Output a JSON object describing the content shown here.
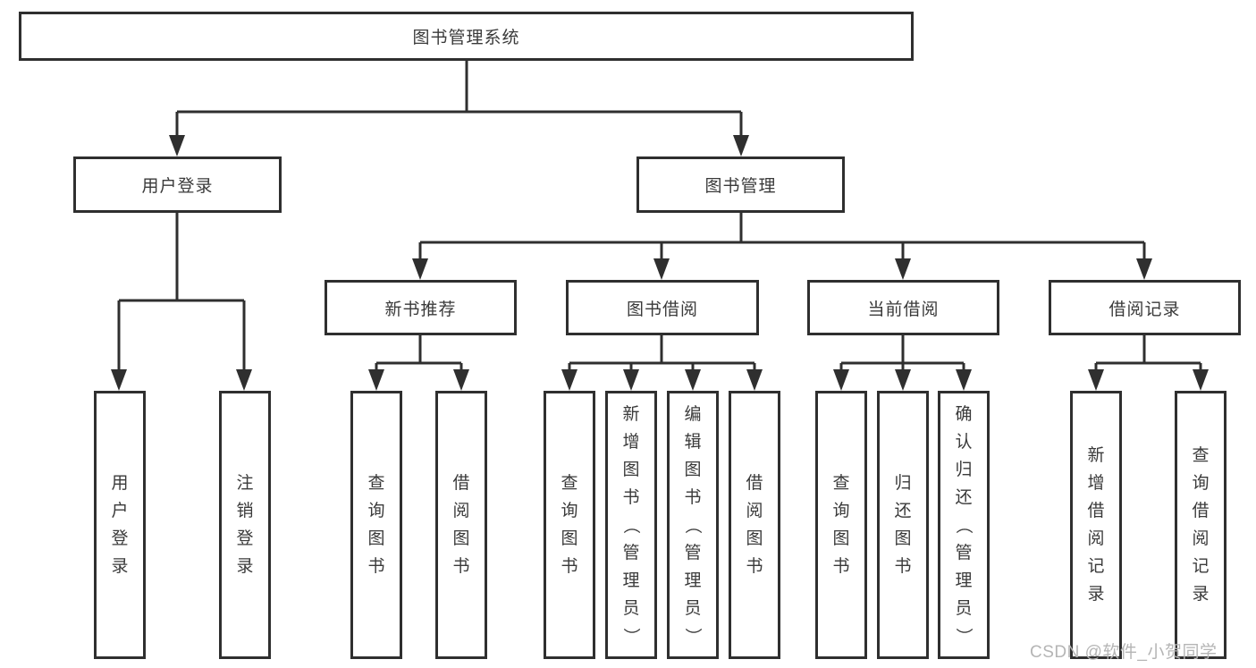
{
  "tree": {
    "label": "图书管理系统",
    "children": [
      {
        "label": "用户登录",
        "children": [
          {
            "label": "用户登录"
          },
          {
            "label": "注销登录"
          }
        ]
      },
      {
        "label": "图书管理",
        "children": [
          {
            "label": "新书推荐",
            "children": [
              {
                "label": "查询图书"
              },
              {
                "label": "借阅图书"
              }
            ]
          },
          {
            "label": "图书借阅",
            "children": [
              {
                "label": "查询图书"
              },
              {
                "label": "新增图书（管理员）"
              },
              {
                "label": "编辑图书（管理员）"
              },
              {
                "label": "借阅图书"
              }
            ]
          },
          {
            "label": "当前借阅",
            "children": [
              {
                "label": "查询图书"
              },
              {
                "label": "归还图书"
              },
              {
                "label": "确认归还（管理员）"
              }
            ]
          },
          {
            "label": "借阅记录",
            "children": [
              {
                "label": "新增借阅记录"
              },
              {
                "label": "查询借阅记录"
              }
            ]
          }
        ]
      }
    ]
  },
  "watermark": "CSDN @软件_小贺同学",
  "colors": {
    "line": "#2f2f2f",
    "box_border": "#2f2f2f",
    "text": "#3a3a3a",
    "watermark": "#b5b5b5",
    "background": "#ffffff"
  }
}
